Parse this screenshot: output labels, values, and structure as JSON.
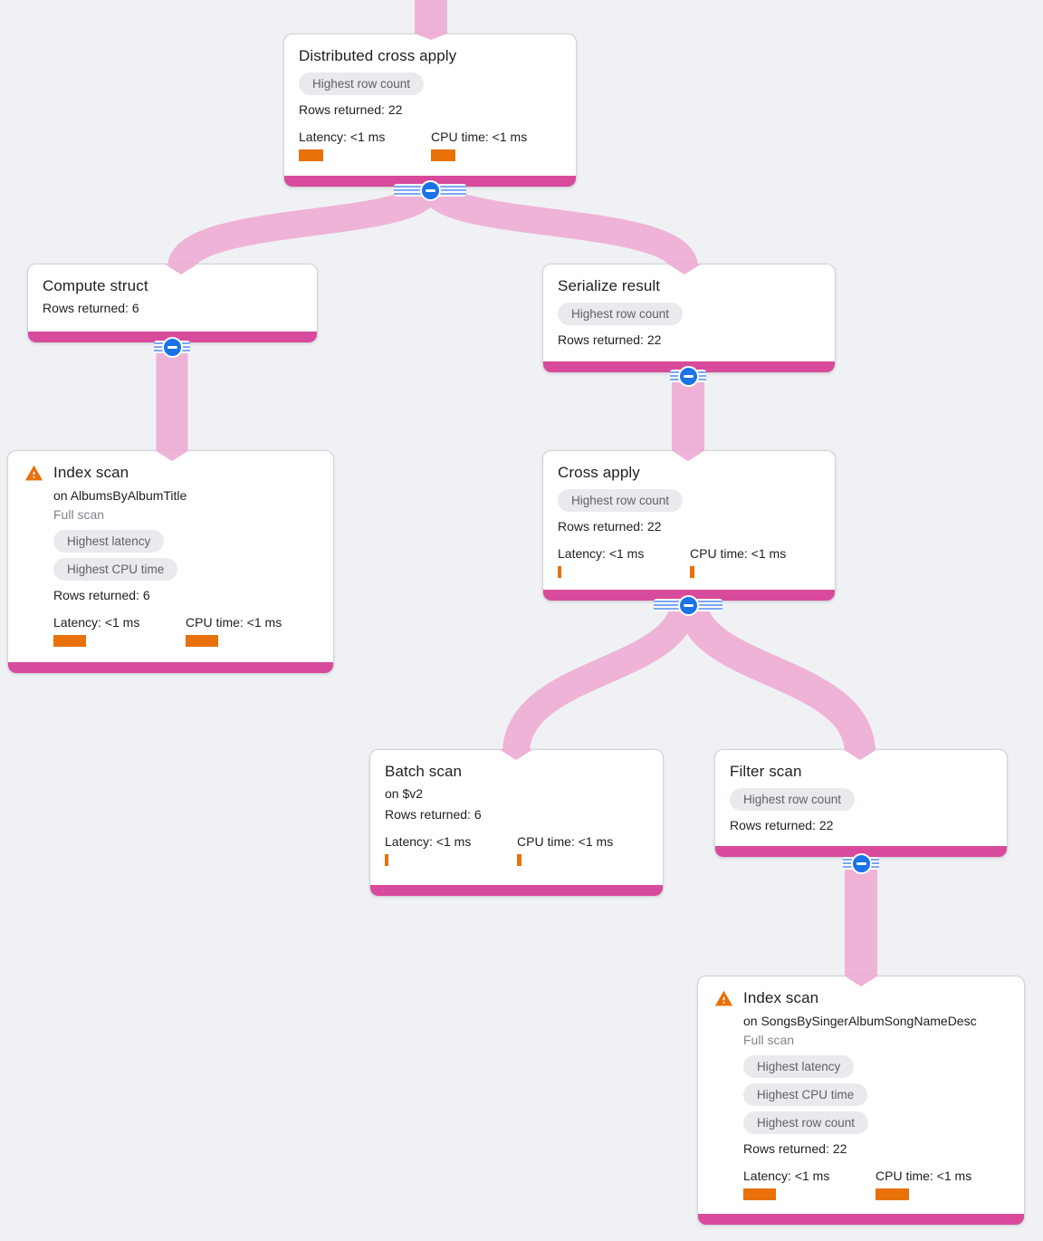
{
  "colors": {
    "background": "#f0f1f4",
    "edge_pink": "#eeb3d7",
    "node_accent_strip": "#d84a9c",
    "metric_bar_orange": "#e8710a",
    "warning_orange": "#e8710a",
    "badge_background": "#e8eaed",
    "badge_text": "#5f6368",
    "title_text": "#202124",
    "muted_text": "#80868b",
    "collapse_blue": "#1a73e8",
    "connector_stripe_blue": "#7ba7f7"
  },
  "icons": {
    "warning": "warning-triangle",
    "collapse": "minus-circle"
  },
  "nodes": [
    {
      "title": "Distributed cross apply",
      "badges": [
        "Highest row count"
      ],
      "rows": "Rows returned: 22",
      "latency": "Latency: <1 ms",
      "cpu": "CPU time: <1 ms",
      "latency_bar": 27,
      "cpu_bar": 27
    },
    {
      "title": "Compute struct",
      "rows": "Rows returned: 6"
    },
    {
      "title": "Serialize result",
      "badges": [
        "Highest row count"
      ],
      "rows": "Rows returned: 22"
    },
    {
      "title": "Index scan",
      "warning": true,
      "subtitle": "on AlbumsByAlbumTitle",
      "scan_type": "Full scan",
      "badges": [
        "Highest latency",
        "Highest CPU time"
      ],
      "rows": "Rows returned: 6",
      "latency": "Latency: <1 ms",
      "cpu": "CPU time: <1 ms",
      "latency_bar": 36,
      "cpu_bar": 36
    },
    {
      "title": "Cross apply",
      "badges": [
        "Highest row count"
      ],
      "rows": "Rows returned: 22",
      "latency": "Latency: <1 ms",
      "cpu": "CPU time: <1 ms",
      "latency_bar": 4,
      "cpu_bar": 5
    },
    {
      "title": "Batch scan",
      "subtitle": "on $v2",
      "rows": "Rows returned: 6",
      "latency": "Latency: <1 ms",
      "cpu": "CPU time: <1 ms",
      "latency_bar": 4,
      "cpu_bar": 5
    },
    {
      "title": "Filter scan",
      "badges": [
        "Highest row count"
      ],
      "rows": "Rows returned: 22"
    },
    {
      "title": "Index scan",
      "warning": true,
      "subtitle": "on SongsBySingerAlbumSongNameDesc",
      "scan_type": "Full scan",
      "badges": [
        "Highest latency",
        "Highest CPU time",
        "Highest row count"
      ],
      "rows": "Rows returned: 22",
      "latency": "Latency: <1 ms",
      "cpu": "CPU time: <1 ms",
      "latency_bar": 36,
      "cpu_bar": 37
    }
  ]
}
